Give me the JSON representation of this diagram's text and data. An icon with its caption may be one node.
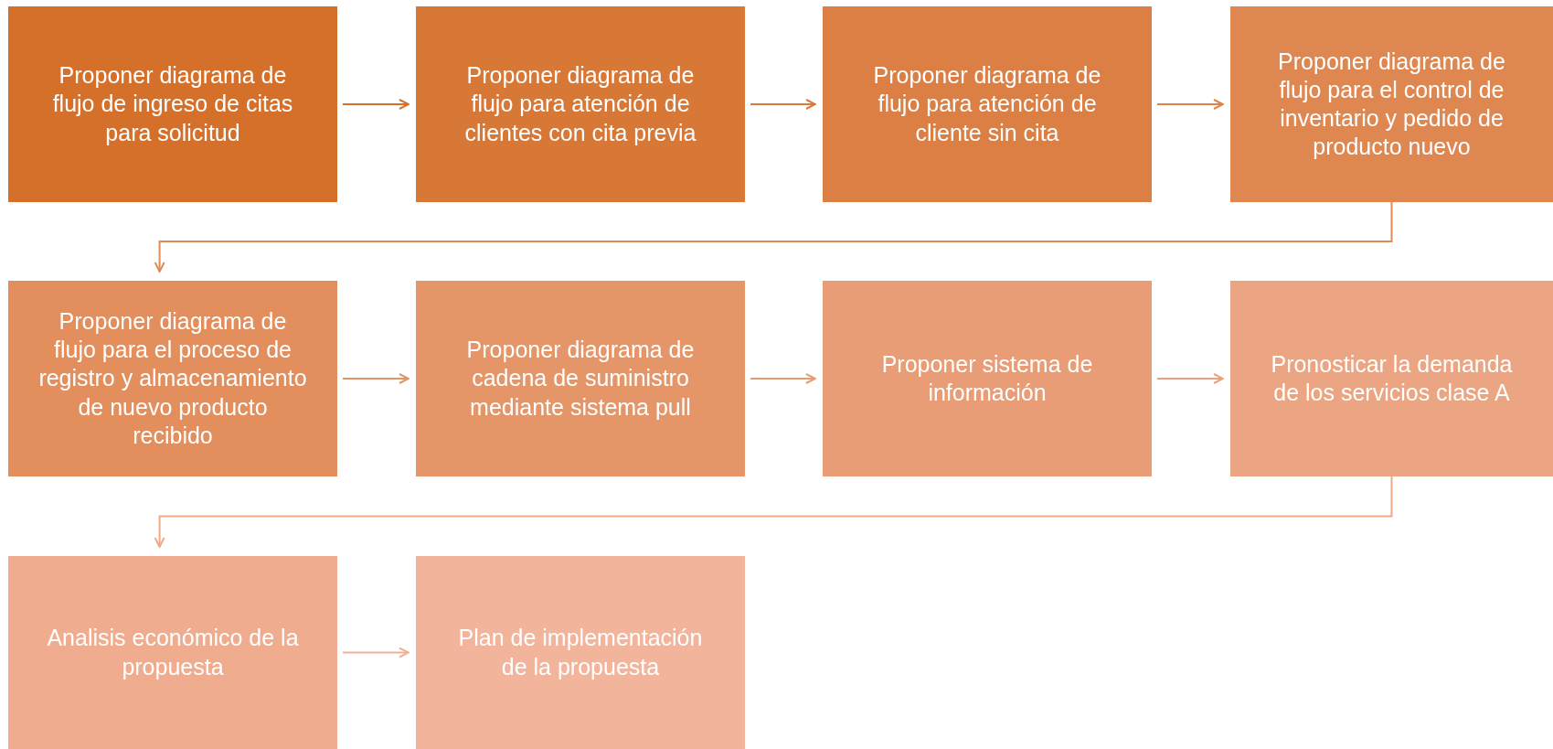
{
  "diagram": {
    "nodes": [
      {
        "text": [
          "Proponer diagrama de flujo de ingreso de citas para solicitud"
        ]
      },
      {
        "text": [
          "Proponer diagrama de flujo para atención de clientes con cita previa"
        ]
      },
      {
        "text": [
          "Proponer diagrama de flujo para atención de cliente sin cita"
        ]
      },
      {
        "text": [
          "Proponer diagrama de flujo para el control de inventario y pedido de producto nuevo"
        ]
      },
      {
        "text": [
          "Proponer diagrama de flujo para el proceso de registro y almacenamiento de nuevo producto recibido"
        ]
      },
      {
        "text": [
          "Proponer diagrama de cadena de suministro mediante sistema pull"
        ]
      },
      {
        "text": [
          "Proponer sistema de información"
        ]
      },
      {
        "text": [
          "Pronosticar la demanda de los servicios clase A"
        ]
      },
      {
        "text": [
          "Analisis económico de la propuesta"
        ]
      },
      {
        "text": [
          "Plan de implementación de la propuesta"
        ]
      }
    ],
    "edges": [
      {
        "from": 0,
        "to": 1,
        "arrow": "to",
        "color": "#d5702b"
      },
      {
        "from": 1,
        "to": 2,
        "arrow": "to",
        "color": "#d97a3a"
      },
      {
        "from": 2,
        "to": 3,
        "arrow": "to",
        "color": "#dd8349"
      },
      {
        "from": 3,
        "to": 4,
        "arrow": "to",
        "color": "#e08c57"
      },
      {
        "from": 4,
        "to": 5,
        "arrow": "to",
        "color": "#e39465"
      },
      {
        "from": 5,
        "to": 6,
        "arrow": "to",
        "color": "#e69b71"
      },
      {
        "from": 6,
        "to": 7,
        "arrow": "to",
        "color": "#e9a27d"
      },
      {
        "from": 7,
        "to": 8,
        "arrow": "to",
        "color": "#ecaa89"
      },
      {
        "from": 8,
        "to": 9,
        "arrow": "to",
        "color": "#efb195"
      }
    ]
  }
}
